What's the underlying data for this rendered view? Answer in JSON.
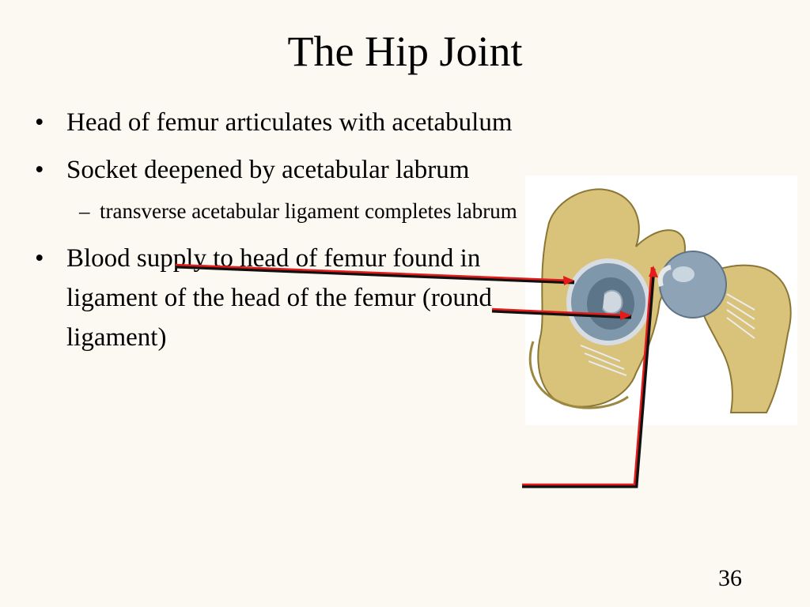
{
  "slide": {
    "title": "The Hip Joint",
    "bullets": [
      {
        "text": "Head of femur articulates with acetabulum"
      },
      {
        "text": "Socket deepened by acetabular labrum"
      },
      {
        "sub": "transverse acetabular ligament completes labrum"
      },
      {
        "text": "Blood supply to head of femur found in  ligament of the head of the femur (round ligament)"
      }
    ],
    "page_number": "36"
  },
  "figure": {
    "description_icon": "hip-joint-illustration",
    "leader_color": "#e31b1b"
  }
}
